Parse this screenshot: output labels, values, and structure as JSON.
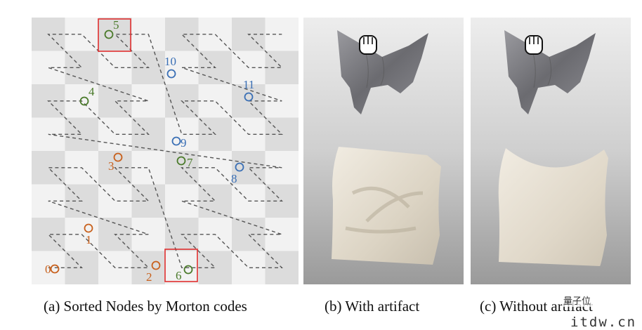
{
  "panel_a": {
    "caption": "(a) Sorted Nodes by Morton codes",
    "nodes": [
      {
        "label": "0",
        "group": "orange"
      },
      {
        "label": "1",
        "group": "orange"
      },
      {
        "label": "2",
        "group": "orange"
      },
      {
        "label": "3",
        "group": "orange"
      },
      {
        "label": "4",
        "group": "green"
      },
      {
        "label": "5",
        "group": "green",
        "highlighted": true
      },
      {
        "label": "6",
        "group": "green",
        "highlighted": true
      },
      {
        "label": "7",
        "group": "green"
      },
      {
        "label": "8",
        "group": "blue"
      },
      {
        "label": "9",
        "group": "blue"
      },
      {
        "label": "10",
        "group": "blue"
      },
      {
        "label": "11",
        "group": "blue"
      }
    ],
    "colors": {
      "orange": "#c8601c",
      "green": "#4a7a2a",
      "blue": "#3a6fb5",
      "highlight": "#e03030"
    }
  },
  "panel_b": {
    "caption": "(b) With artifact",
    "icon": "hand-cursor-icon"
  },
  "panel_c": {
    "caption": "(c) Without artifact",
    "icon": "hand-cursor-icon"
  },
  "watermark": {
    "line1": "量子位",
    "line2": "itdw.cn"
  }
}
